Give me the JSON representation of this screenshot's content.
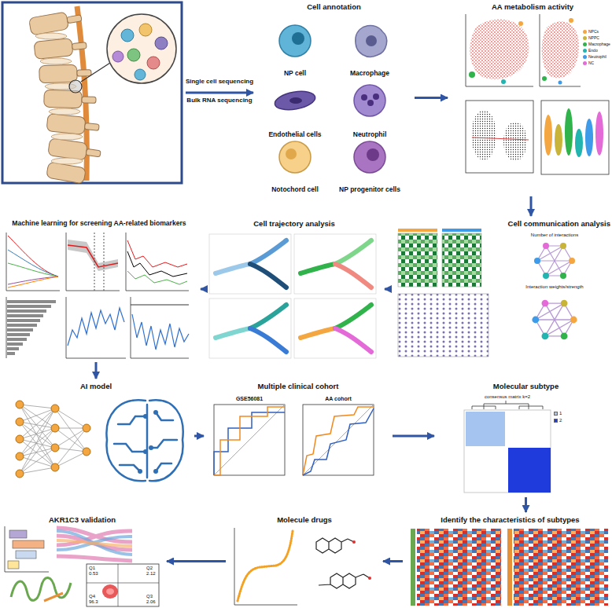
{
  "diagram": {
    "nodes": [
      {
        "text": [
          "Cell annotation"
        ]
      },
      {
        "text": [
          "NP cell"
        ],
        "in": 0
      },
      {
        "text": [
          "Macrophage"
        ],
        "in": 0
      },
      {
        "text": [
          "Endothelial cells"
        ],
        "in": 0
      },
      {
        "text": [
          "Neutrophil"
        ],
        "in": 0
      },
      {
        "text": [
          "Notochord cell"
        ],
        "in": 0
      },
      {
        "text": [
          "NP progenitor cells"
        ],
        "in": 0
      },
      {
        "text": [
          "AA metabolism activity"
        ]
      },
      {
        "text": [
          "Cell communication analysis"
        ]
      },
      {
        "text": [
          "Cell trajectory analysis"
        ]
      },
      {
        "text": [
          "Machine learning for screening AA-related biomarkers"
        ]
      },
      {
        "text": [
          "AI model"
        ]
      },
      {
        "text": [
          "Multiple clinical cohort"
        ]
      },
      {
        "text": [
          "Molecular subtype"
        ]
      },
      {
        "text": [
          "Identify the characteristics of subtypes"
        ]
      },
      {
        "text": [
          "Molecule drugs"
        ]
      },
      {
        "text": [
          "AKR1C3 validation"
        ]
      }
    ],
    "edges": [
      {
        "from": 0,
        "to": 7,
        "arrow": "to"
      },
      {
        "from": 7,
        "to": 8,
        "arrow": "to"
      },
      {
        "from": 8,
        "to": 9,
        "arrow": "to"
      },
      {
        "from": 9,
        "to": 10,
        "arrow": "to"
      },
      {
        "from": 10,
        "to": 11,
        "arrow": "to"
      },
      {
        "from": 11,
        "to": 12,
        "arrow": "to"
      },
      {
        "from": 12,
        "to": 13,
        "arrow": "to"
      },
      {
        "from": 13,
        "to": 14,
        "arrow": "to"
      },
      {
        "from": 14,
        "to": 15,
        "arrow": "to"
      },
      {
        "from": 15,
        "to": 16,
        "arrow": "to"
      }
    ],
    "labels": [
      "Single cell sequencing",
      "Bulk RNA sequencing",
      "Number of interactions",
      "Interaction weights/strength",
      "GSE56081",
      "AA cohort",
      "consensus matrix k=2",
      "Q1",
      "0.53",
      "Q2",
      "2.12",
      "Q4",
      "96.3",
      "Q3",
      "2.06"
    ],
    "legend": [
      {
        "text": "NPCs",
        "color": "#f4a640"
      },
      {
        "text": "NPPC",
        "color": "#c9b43a"
      },
      {
        "text": "Macrophage",
        "color": "#2fb34a"
      },
      {
        "text": "Endo",
        "color": "#22b5b0"
      },
      {
        "text": "Neutrophil",
        "color": "#3d9be9"
      },
      {
        "text": "NC",
        "color": "#e46ad8"
      },
      {
        "text": "1",
        "color": "#a6c4f0"
      },
      {
        "text": "2",
        "color": "#1f3bdb"
      }
    ]
  }
}
